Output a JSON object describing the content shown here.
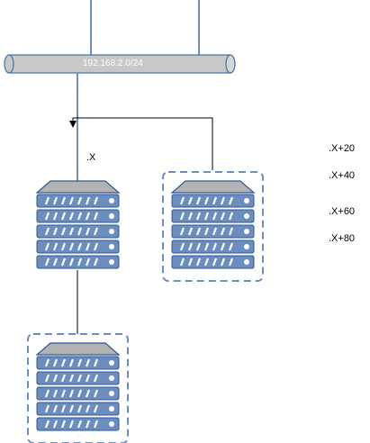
{
  "network": {
    "label": "192.168.2.0/24"
  },
  "labels": {
    "host": ".X",
    "offsets": [
      ".X+20",
      ".X+40",
      ".X+60",
      ".X+80"
    ]
  },
  "colors": {
    "line": "#6c8ebf",
    "server_top": "#b3b3b3",
    "server_stroke": "#2f5597",
    "pipe_fill": "#c8c8c8",
    "pipe_stroke": "#4a6fa5",
    "connector": "#000000"
  },
  "icons": [
    "network-bus-icon",
    "server-icon",
    "server-group-frame-icon",
    "arrow-icon"
  ]
}
